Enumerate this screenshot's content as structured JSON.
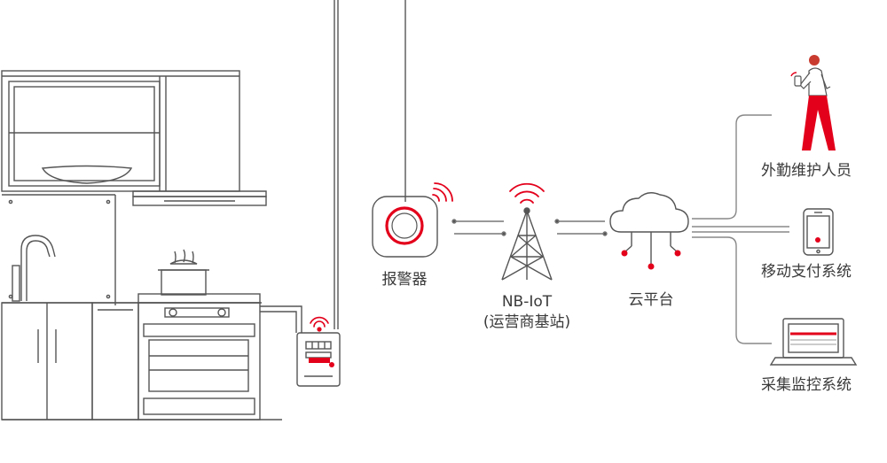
{
  "nodes": {
    "alarm": {
      "label": "报警器"
    },
    "base_station": {
      "label_line1": "NB-IoT",
      "label_line2": "(运营商基站)"
    },
    "cloud": {
      "label": "云平台"
    },
    "maintenance": {
      "label": "外勤维护人员"
    },
    "payment": {
      "label": "移动支付系统"
    },
    "monitoring": {
      "label": "采集监控系统"
    }
  },
  "colors": {
    "line": "#555555",
    "accent": "#e3001b",
    "text": "#3a3a3a"
  }
}
